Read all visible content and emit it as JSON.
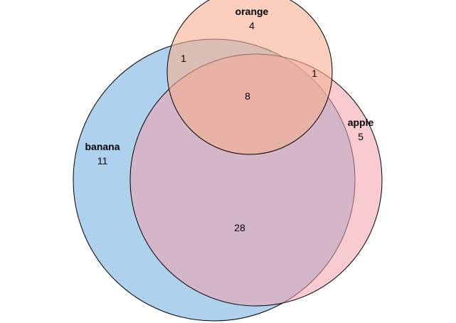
{
  "diagram": {
    "type": "venn",
    "sets": [
      {
        "id": "banana",
        "label": "banana",
        "count": "11",
        "color": "#8fbfe6"
      },
      {
        "id": "apple",
        "label": "apple",
        "count": "5",
        "color": "#f3a0aa"
      },
      {
        "id": "orange",
        "label": "orange",
        "count": "4",
        "color": "#f6b08f"
      }
    ],
    "intersections": {
      "banana_orange": "1",
      "apple_orange": "1",
      "banana_apple_orange": "8",
      "banana_apple": "28"
    },
    "stroke_color": "#000000"
  }
}
